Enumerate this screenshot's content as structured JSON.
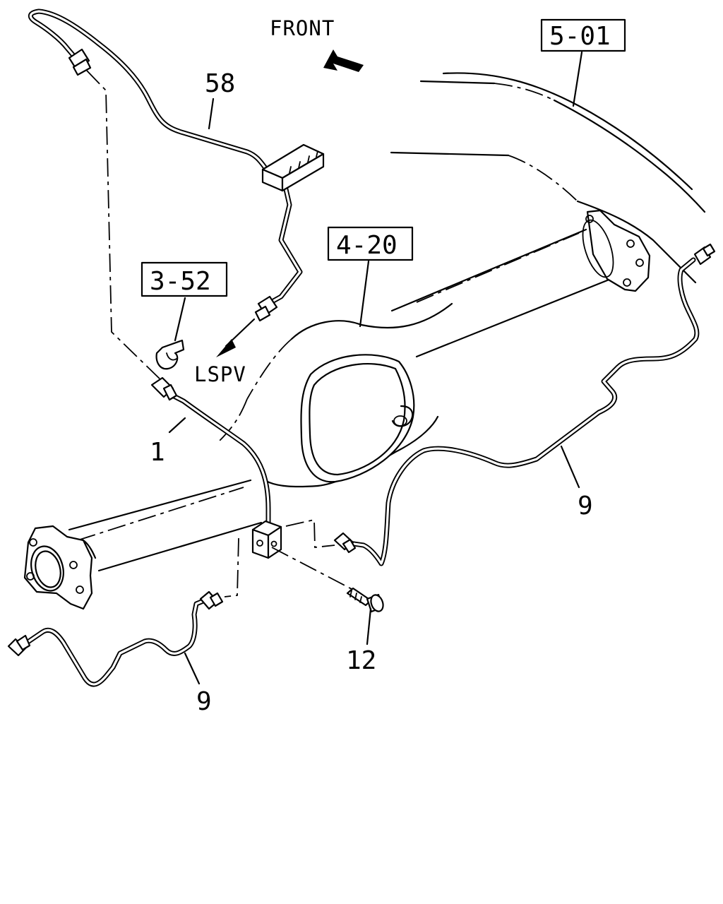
{
  "labels": {
    "front": "FRONT",
    "lspv": "LSPV",
    "ref_5_01": "5-01",
    "ref_4_20": "4-20",
    "ref_3_52": "3-52",
    "part_58": "58",
    "part_1": "1",
    "part_9_right": "9",
    "part_9_left": "9",
    "part_12": "12"
  }
}
